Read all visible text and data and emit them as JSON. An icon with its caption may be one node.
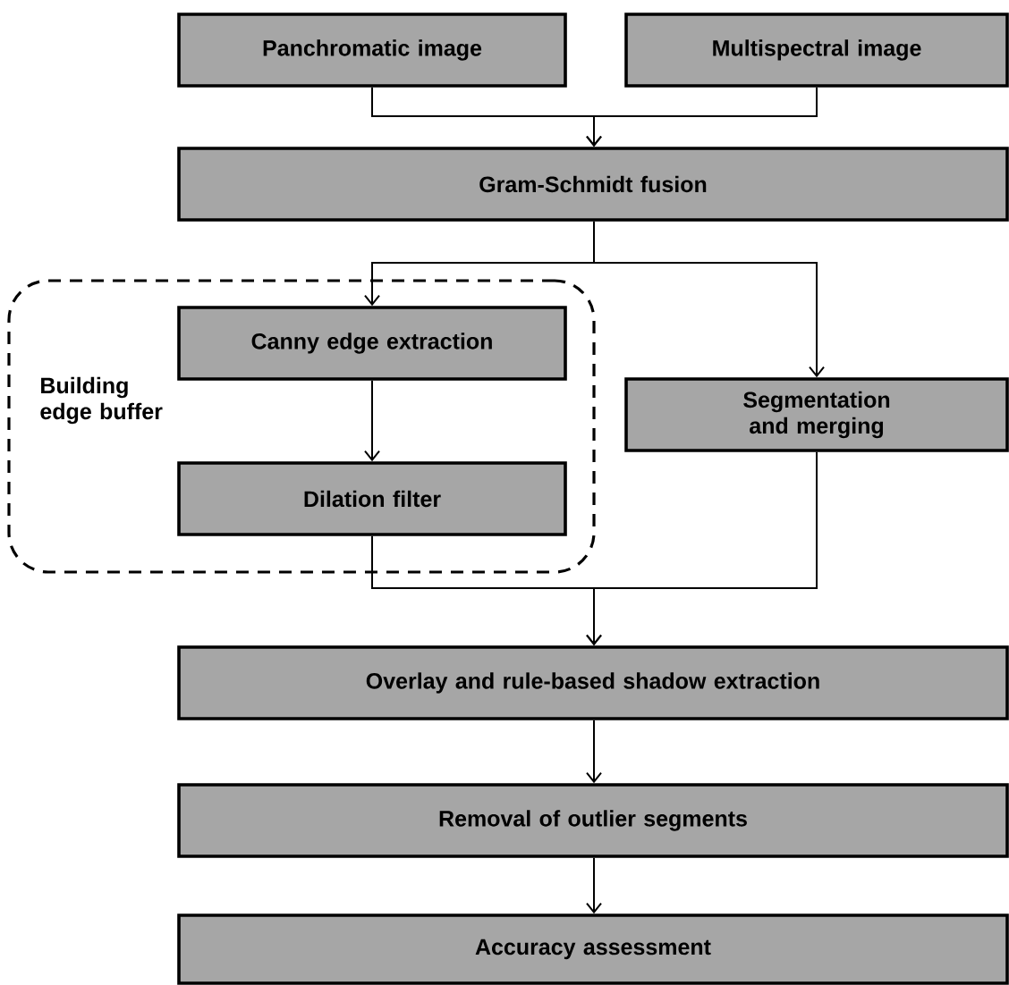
{
  "diagram": {
    "nodes": [
      {
        "text": [
          "Panchromatic image"
        ]
      },
      {
        "text": [
          "Multispectral image"
        ]
      },
      {
        "text": [
          "Gram-Schmidt fusion"
        ]
      },
      {
        "text": [
          "Building edge buffer"
        ]
      },
      {
        "text": [
          "Canny edge extraction"
        ],
        "in": 3
      },
      {
        "text": [
          "Dilation filter"
        ],
        "in": 3
      },
      {
        "text": [
          "Segmentation and merging"
        ]
      },
      {
        "text": [
          "Overlay and rule-based shadow extraction"
        ]
      },
      {
        "text": [
          "Removal of outlier segments"
        ]
      },
      {
        "text": [
          "Accuracy assessment"
        ]
      }
    ],
    "edges": [
      {
        "from": 0,
        "to": 2,
        "arrow": "to"
      },
      {
        "from": 1,
        "to": 2,
        "arrow": "to"
      },
      {
        "from": 2,
        "to": 4,
        "arrow": "to"
      },
      {
        "from": 2,
        "to": 6,
        "arrow": "to"
      },
      {
        "from": 4,
        "to": 5,
        "arrow": "to"
      },
      {
        "from": 5,
        "to": 7,
        "arrow": "to"
      },
      {
        "from": 6,
        "to": 7,
        "arrow": "to"
      },
      {
        "from": 7,
        "to": 8,
        "arrow": "to"
      },
      {
        "from": 8,
        "to": 9,
        "arrow": "to"
      }
    ]
  }
}
